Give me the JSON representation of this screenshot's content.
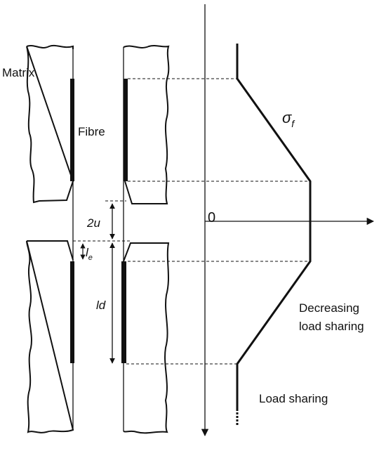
{
  "labels": {
    "matrix": "Matrix",
    "fibre": "Fibre",
    "gap": "2u",
    "le_main": "l",
    "le_sub": "e",
    "ld": "ld",
    "zero": "0",
    "sigma_main": "σ",
    "sigma_sub": "f",
    "decreasing_line1": "Decreasing",
    "decreasing_line2": "load sharing",
    "load_sharing": "Load sharing"
  },
  "colors": {
    "line": "#111111",
    "background": "#ffffff"
  }
}
